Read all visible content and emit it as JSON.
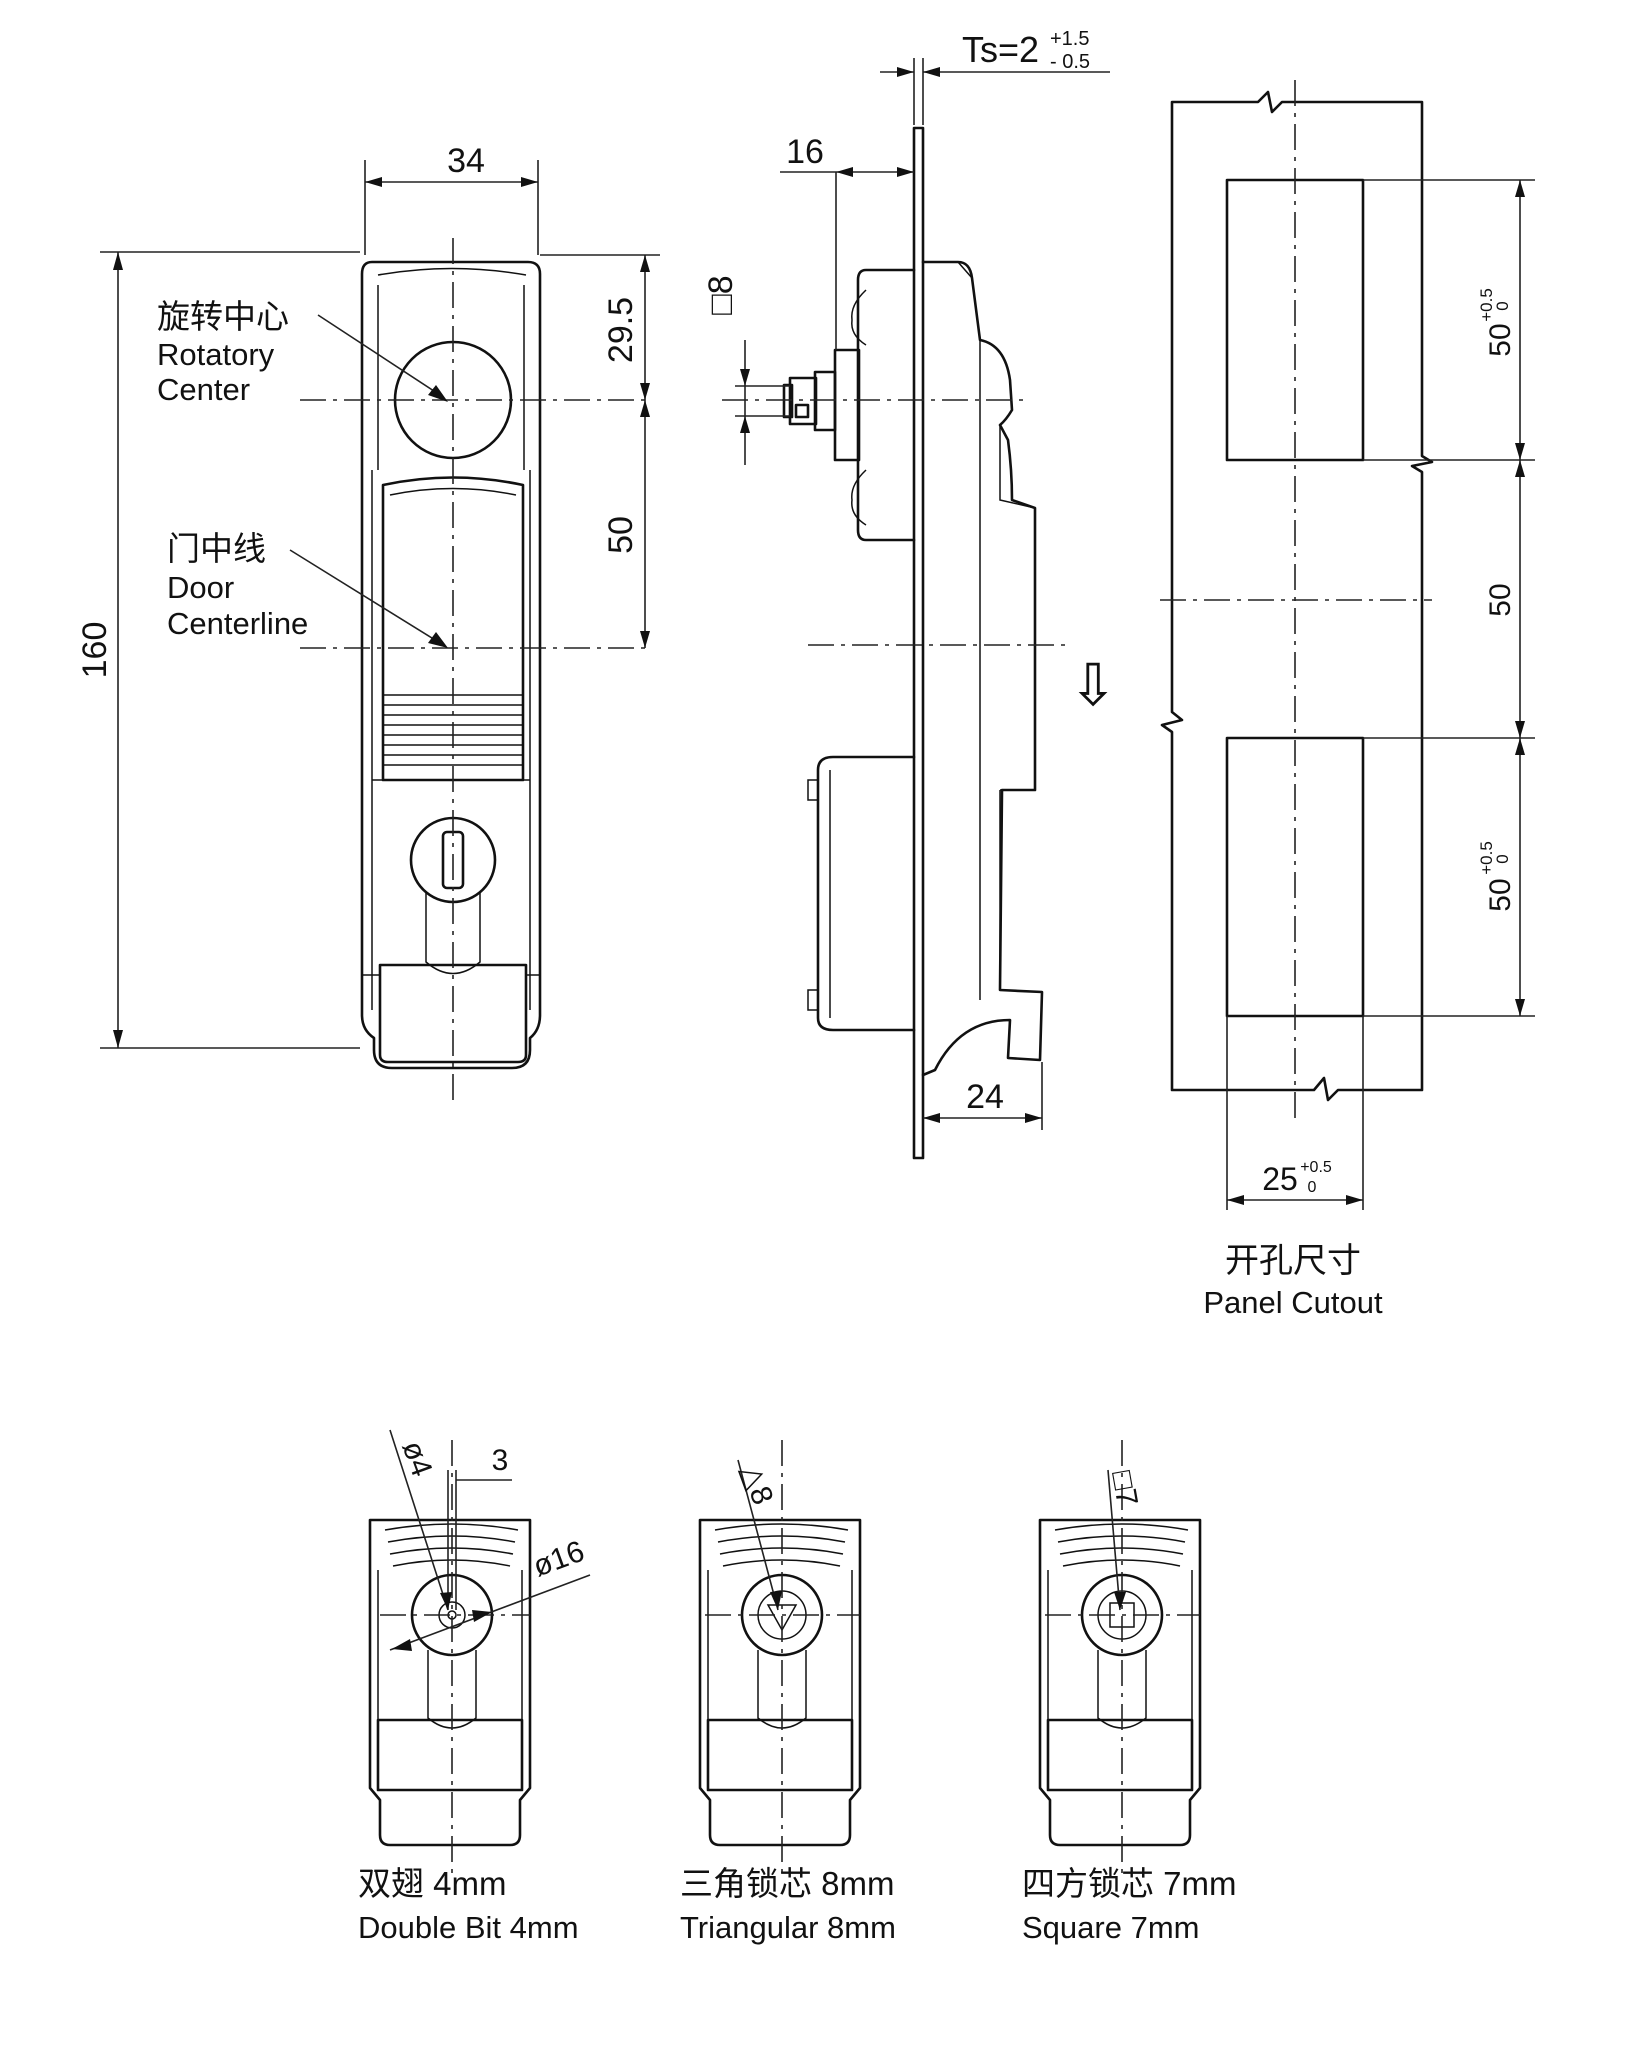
{
  "front_view": {
    "dim_width": "34",
    "dim_total_height": "160",
    "dim_top_to_center": "29.5",
    "dim_center_to_door": "50",
    "label_rotatory_zh": "旋转中心",
    "label_rotatory_en_1": "Rotatory",
    "label_rotatory_en_2": "Center",
    "label_door_zh": "门中线",
    "label_door_en_1": "Door",
    "label_door_en_2": "Centerline"
  },
  "side_view": {
    "ts_main": "Ts=2",
    "ts_upper": "+1.5",
    "ts_lower": "- 0.5",
    "dim_16": "16",
    "dim_square": "□8",
    "dim_24": "24",
    "direction_arrow": "⇩"
  },
  "panel_cutout": {
    "dim_top_slot": "50",
    "dim_top_slot_tol_up": "+0.5",
    "dim_top_slot_tol_lo": "0",
    "dim_gap": "50",
    "dim_bottom_slot": "50",
    "dim_bottom_slot_tol_up": "+0.5",
    "dim_bottom_slot_tol_lo": "0",
    "dim_width": "25",
    "dim_width_tol_up": "+0.5",
    "dim_width_tol_lo": "0",
    "caption_zh": "开孔尺寸",
    "caption_en": "Panel Cutout"
  },
  "variants": [
    {
      "name_zh": "双翅 4mm",
      "name_en": "Double Bit 4mm",
      "dim_a": "ø4",
      "dim_b": "3",
      "dim_c": "ø16"
    },
    {
      "name_zh": "三角锁芯 8mm",
      "name_en": "Triangular 8mm",
      "dim_a": "△8"
    },
    {
      "name_zh": "四方锁芯 7mm",
      "name_en": "Square 7mm",
      "dim_a": "□7"
    }
  ]
}
